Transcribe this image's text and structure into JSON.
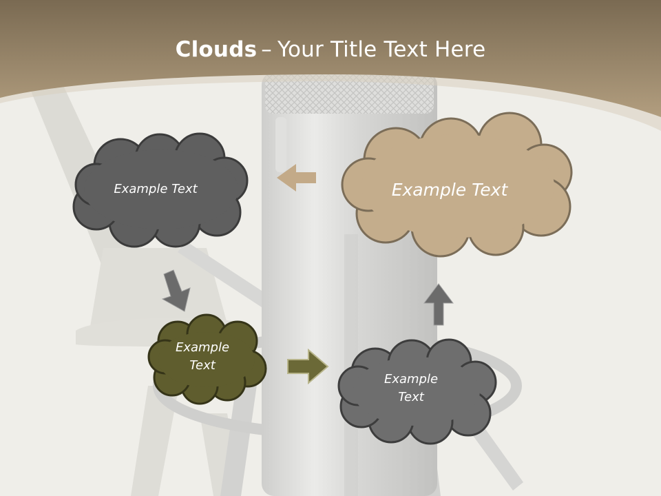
{
  "title": {
    "bold": "Clouds",
    "separator": "–",
    "rest": "Your Title Text Here"
  },
  "colors": {
    "header_top": "#7a6a52",
    "header_bottom": "#b29e7f",
    "cloud_dark_gray": "#5f5f5f",
    "cloud_tan": "#c4ad8c",
    "cloud_olive": "#5f5d2e",
    "cloud_gray": "#6e6e6e",
    "outline": "#3b3b3b",
    "arrow_tan": "#c3aa88",
    "arrow_gray": "#6b6b6b",
    "arrow_olive": "#6b6937",
    "text": "#ffffff"
  },
  "clouds": [
    {
      "id": "top-left",
      "text": "Example Text"
    },
    {
      "id": "top-right",
      "text": "Example Text"
    },
    {
      "id": "bottom-left",
      "text": "Example Text"
    },
    {
      "id": "bottom-right",
      "text": "Example Text"
    }
  ],
  "arrows": [
    {
      "id": "to-top-left",
      "direction": "left"
    },
    {
      "id": "top-left-to-bottom-left",
      "direction": "down"
    },
    {
      "id": "bottom-left-to-bottom-right",
      "direction": "right"
    },
    {
      "id": "bottom-right-to-top-right",
      "direction": "up"
    }
  ]
}
